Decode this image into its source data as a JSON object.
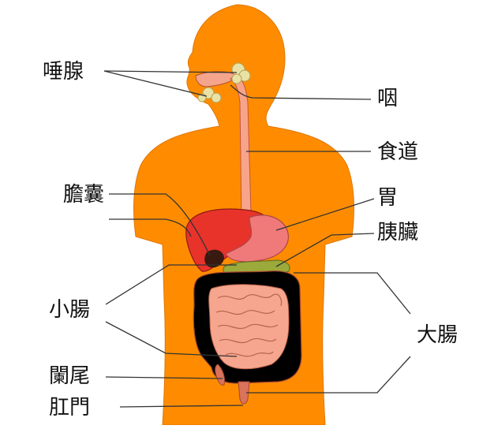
{
  "diagram": {
    "labels": {
      "salivary_glands": "唾腺",
      "pharynx": "咽",
      "esophagus": "食道",
      "gallbladder": "膽囊",
      "stomach": "胃",
      "pancreas": "胰臟",
      "small_intestine": "小腸",
      "large_intestine": "大腸",
      "appendix": "闌尾",
      "anus": "肛門"
    },
    "colors": {
      "body": "#FF8C00",
      "body_edge": "#E07600",
      "liver": "#E8332B",
      "stomach": "#F0797A",
      "pancreas": "#9BAA3A",
      "intestine": "#F6A68E",
      "large_intestine": "#F08C72",
      "esophagus": "#F7A48A",
      "gland": "#E9E2A6",
      "leader_line": "#333333"
    }
  }
}
